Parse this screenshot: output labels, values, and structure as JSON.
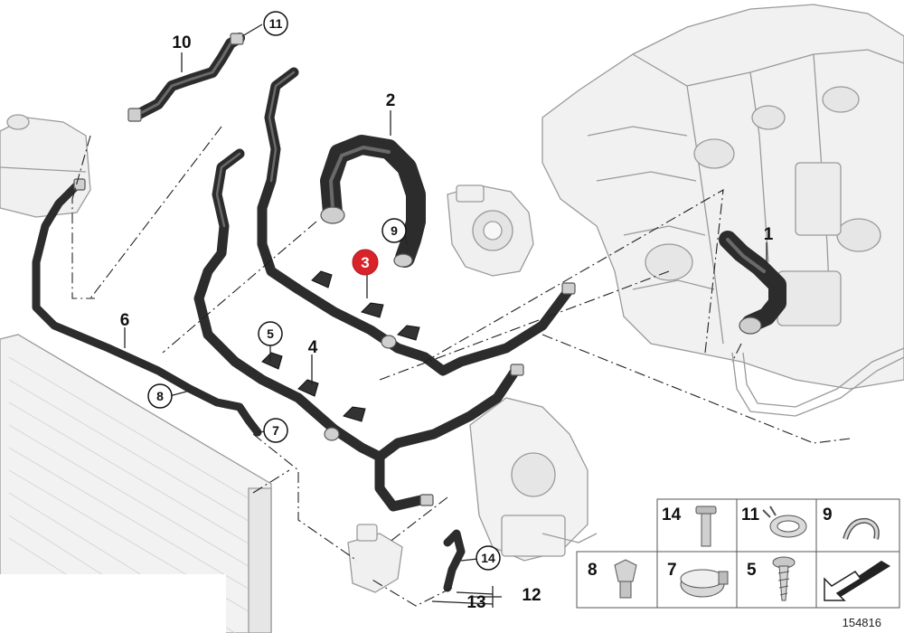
{
  "diagram": {
    "reference_number": "154816",
    "highlighted_part": "3",
    "callouts": {
      "c1": "1",
      "c2": "2",
      "c3": "3",
      "c4": "4",
      "c5": "5",
      "c6": "6",
      "c7": "7",
      "c8": "8",
      "c9": "9",
      "c10": "10",
      "c11": "11",
      "c12": "12",
      "c13": "13",
      "c14": "14"
    },
    "legend": {
      "cells": [
        "14",
        "11",
        "9",
        "8",
        "7",
        "5"
      ],
      "symbol": "arrow-to-engine-symbol"
    },
    "colors": {
      "hose": "#2c2c2c",
      "hose_highlight": "#6a6a6a",
      "engine_line": "#8a8a8a",
      "highlight_badge": "#d8232a",
      "leader": "#222222"
    }
  }
}
